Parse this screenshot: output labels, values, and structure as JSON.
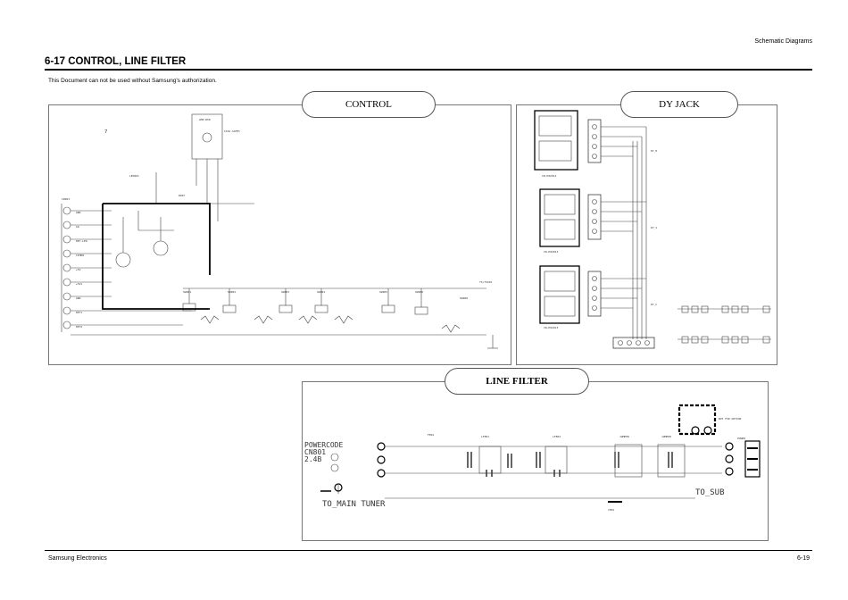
{
  "header": {
    "section": "Schematic Diagrams"
  },
  "title": "6-17 CONTROL, LINE FILTER",
  "notice": "This Document can not be used without Samsung's authorization.",
  "panels": {
    "control": {
      "label": "CONTROL"
    },
    "dyjack": {
      "label": "DY JACK"
    },
    "linefilter": {
      "label": "LINE FILTER",
      "powercode": "POWERCODE",
      "cn801": "CN801",
      "cn801_part": "2.4B",
      "to_main_tuner": "TO_MAIN TUNER",
      "to_sub": "TO_SUB"
    }
  },
  "footer": {
    "brand": "Samsung Electronics",
    "page": "6-19"
  },
  "colors": {
    "ink": "#000000",
    "line": "#444444",
    "panel_border": "#777777"
  }
}
